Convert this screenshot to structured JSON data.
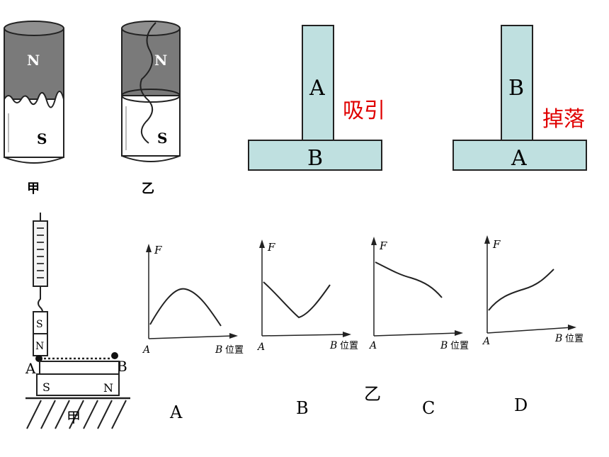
{
  "magnets": {
    "jia": {
      "top_pole": "N",
      "bottom_pole": "S",
      "caption": "甲"
    },
    "yi": {
      "top_pole": "N",
      "bottom_pole": "S",
      "caption": "乙"
    }
  },
  "t_diagrams": {
    "left": {
      "vertical": "A",
      "horizontal": "B",
      "result": "吸引"
    },
    "right": {
      "vertical": "B",
      "horizontal": "A",
      "result": "掉落"
    },
    "result_color": "#e00000",
    "bar_fill": "#bfe0e0"
  },
  "setup": {
    "bar_left_pole": "S",
    "bar_right_pole": "N",
    "hanging_top_pole": "S",
    "hanging_bottom_pole": "N",
    "point_a": "A",
    "point_b": "B",
    "caption": "甲"
  },
  "graphs": {
    "figure_caption": "乙",
    "y_axis": "F",
    "x_start": "A",
    "x_end": "B",
    "x_unit": "位置",
    "options": [
      "A",
      "B",
      "C",
      "D"
    ]
  }
}
